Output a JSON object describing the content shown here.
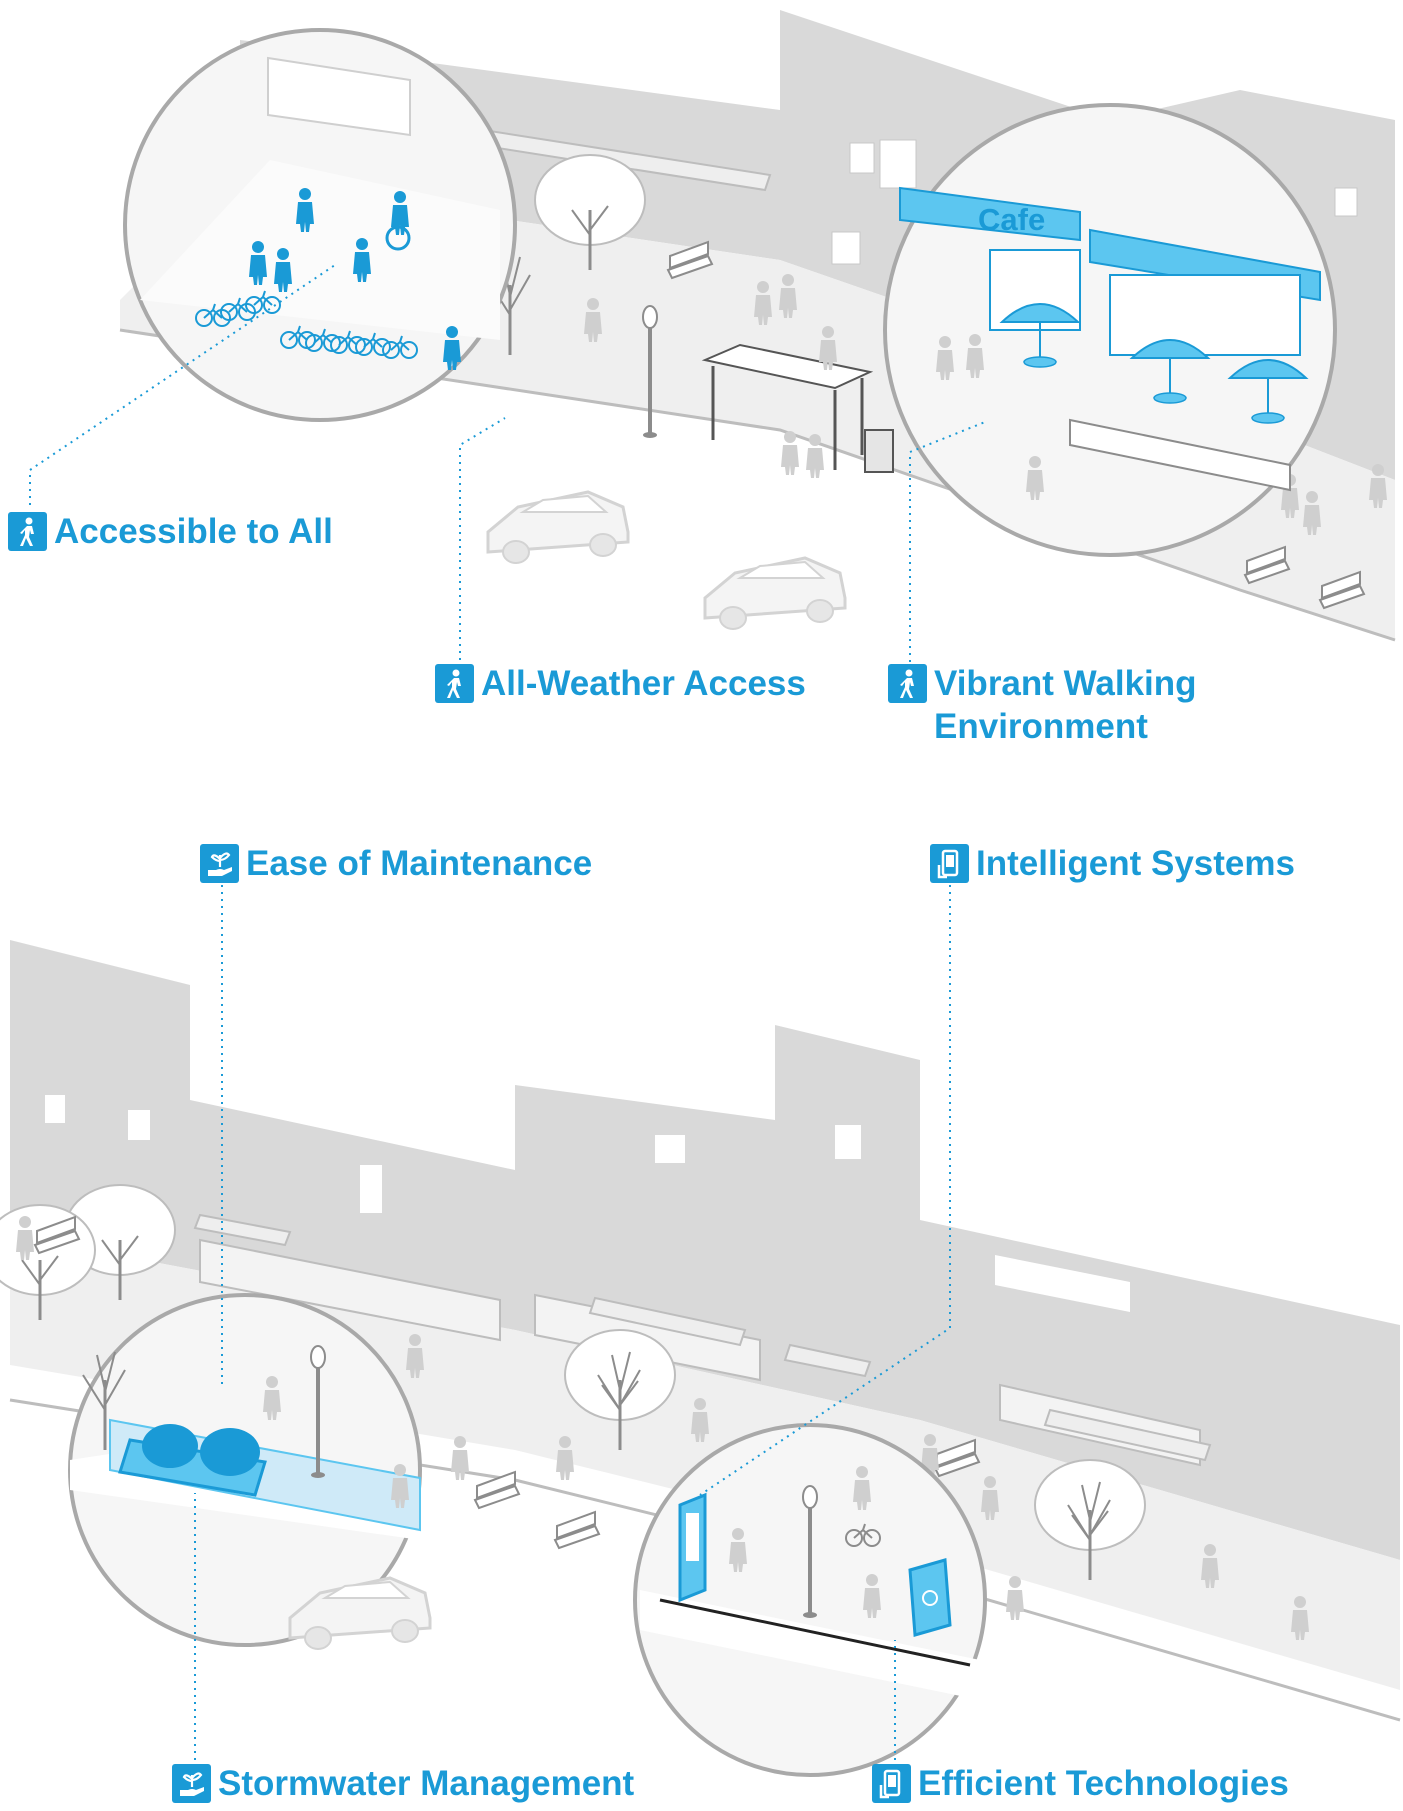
{
  "colors": {
    "accent": "#1a9ad6",
    "building": "#d9d9d9",
    "building_dark": "#c8c8c8",
    "sidewalk": "#efefef",
    "outline": "#8c8c8c",
    "circle": "#a9a9a9"
  },
  "top_panel": {
    "cafe_sign": "Cafe",
    "callouts": [
      {
        "icon": "pedestrian-icon",
        "label": "Accessible to All"
      },
      {
        "icon": "pedestrian-icon",
        "label": "All-Weather Access"
      },
      {
        "icon": "pedestrian-icon",
        "lines": [
          "Vibrant Walking",
          "Environment"
        ]
      }
    ]
  },
  "bottom_panel": {
    "callouts": [
      {
        "icon": "plant-in-hand-icon",
        "label": "Ease of Maintenance"
      },
      {
        "icon": "smart-device-icon",
        "label": "Intelligent Systems"
      },
      {
        "icon": "plant-in-hand-icon",
        "label": "Stormwater Management"
      },
      {
        "icon": "smart-device-icon",
        "label": "Efficient Technologies"
      }
    ]
  }
}
